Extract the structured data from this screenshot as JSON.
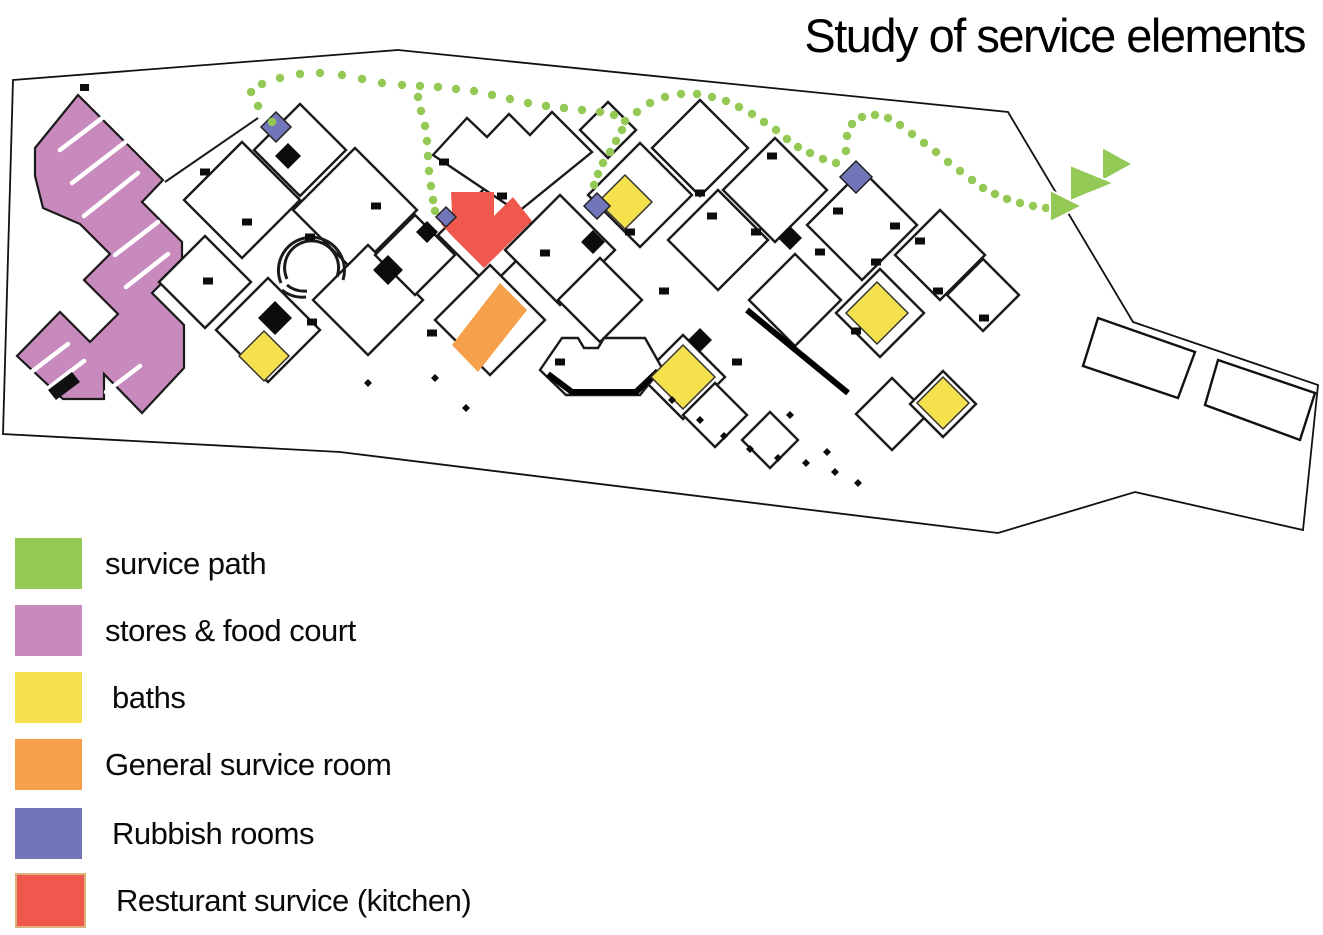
{
  "title": "Study of service elements",
  "legend": {
    "items": [
      {
        "name": "service-path",
        "label": "survice path",
        "color": "#93C954"
      },
      {
        "name": "stores-food-court",
        "label": "stores & food court",
        "color": "#C88ABC"
      },
      {
        "name": "baths",
        "label": "baths",
        "color": "#F5E04E"
      },
      {
        "name": "general-service-room",
        "label": "General survice room",
        "color": "#F6A04C"
      },
      {
        "name": "rubbish-rooms",
        "label": "Rubbish rooms",
        "color": "#7276B9"
      },
      {
        "name": "restaurant-service",
        "label": "Resturant survice (kitchen)",
        "color": "#F0584E"
      }
    ]
  },
  "colors": {
    "wall": "#1a1a1a",
    "site_outline": "#111111",
    "kitchen_swatch_border": "#DDB27A"
  }
}
